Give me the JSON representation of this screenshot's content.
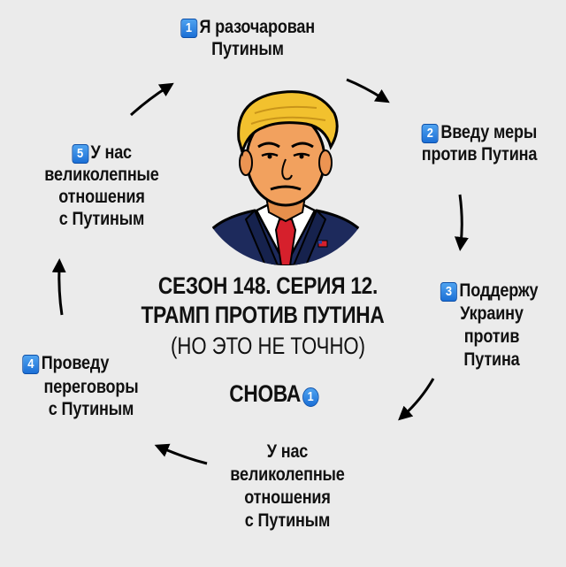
{
  "steps": [
    {
      "num": "1",
      "lines": [
        "Я разочарован",
        "Путиным"
      ]
    },
    {
      "num": "2",
      "lines": [
        "Введу меры",
        "против Путина"
      ]
    },
    {
      "num": "3",
      "lines": [
        "Поддержу",
        "Украину",
        "против",
        "Путина"
      ]
    },
    {
      "num": "4",
      "lines": [
        "Проведу",
        "переговоры",
        "с Путиным"
      ]
    },
    {
      "num": "5",
      "lines": [
        "У нас",
        "великолепные",
        "отношения",
        "с Путиным"
      ]
    }
  ],
  "bottom_step": {
    "lines": [
      "У нас",
      "великолепные",
      "отношения",
      "с Путиным"
    ]
  },
  "center": {
    "line1": "СЕЗОН 148. СЕРИЯ 12.",
    "line2": "ТРАМП ПРОТИВ ПУТИНА",
    "note": "(НО ЭТО НЕ ТОЧНО)",
    "again": "СНОВА",
    "again_badge": "1"
  },
  "colors": {
    "badge_blue": "#1b6fd6",
    "suit": "#1d2a5c",
    "tie": "#d6202c",
    "hair": "#f2c12e",
    "skin": "#f2a15e"
  },
  "icons": [
    "arrow-icon",
    "portrait-illustration"
  ]
}
